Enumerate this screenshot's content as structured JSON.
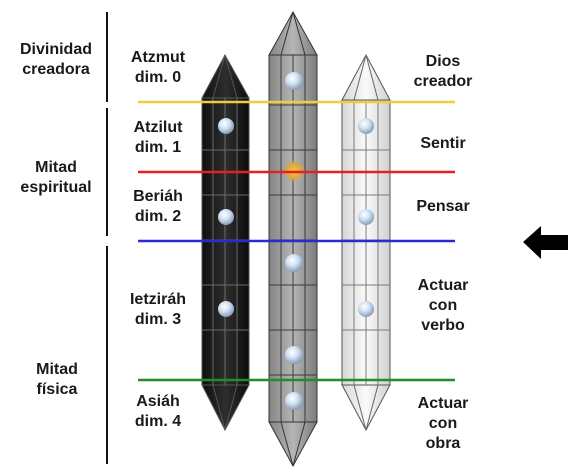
{
  "sections": [
    {
      "label": "Divinidad\ncreadora"
    },
    {
      "label": "Mitad\nespiritual"
    },
    {
      "label": "Mitad\nfísica"
    }
  ],
  "worlds": [
    {
      "name": "Atzmut\ndim.  0"
    },
    {
      "name": "Atzilut\ndim.  1"
    },
    {
      "name": "Beriáh\ndim.  2"
    },
    {
      "name": "Ietziráh\ndim.  3"
    },
    {
      "name": "Asiáh\ndim.  4"
    }
  ],
  "actions": [
    {
      "label": "Dios\ncreador"
    },
    {
      "label": "Sentir"
    },
    {
      "label": "Pensar"
    },
    {
      "label": "Actuar\ncon\nverbo"
    },
    {
      "label": "Actuar\ncon\nobra"
    }
  ],
  "colors": {
    "yellow": "#f2cd3a",
    "red": "#e62020",
    "blue": "#2a2ad0",
    "green": "#1f8f2a",
    "dark_column": "#1c1c1c",
    "mid_column": "#9a9a9a",
    "light_column": "#ececec"
  },
  "icons": {
    "arrow": "arrow-left-icon"
  }
}
